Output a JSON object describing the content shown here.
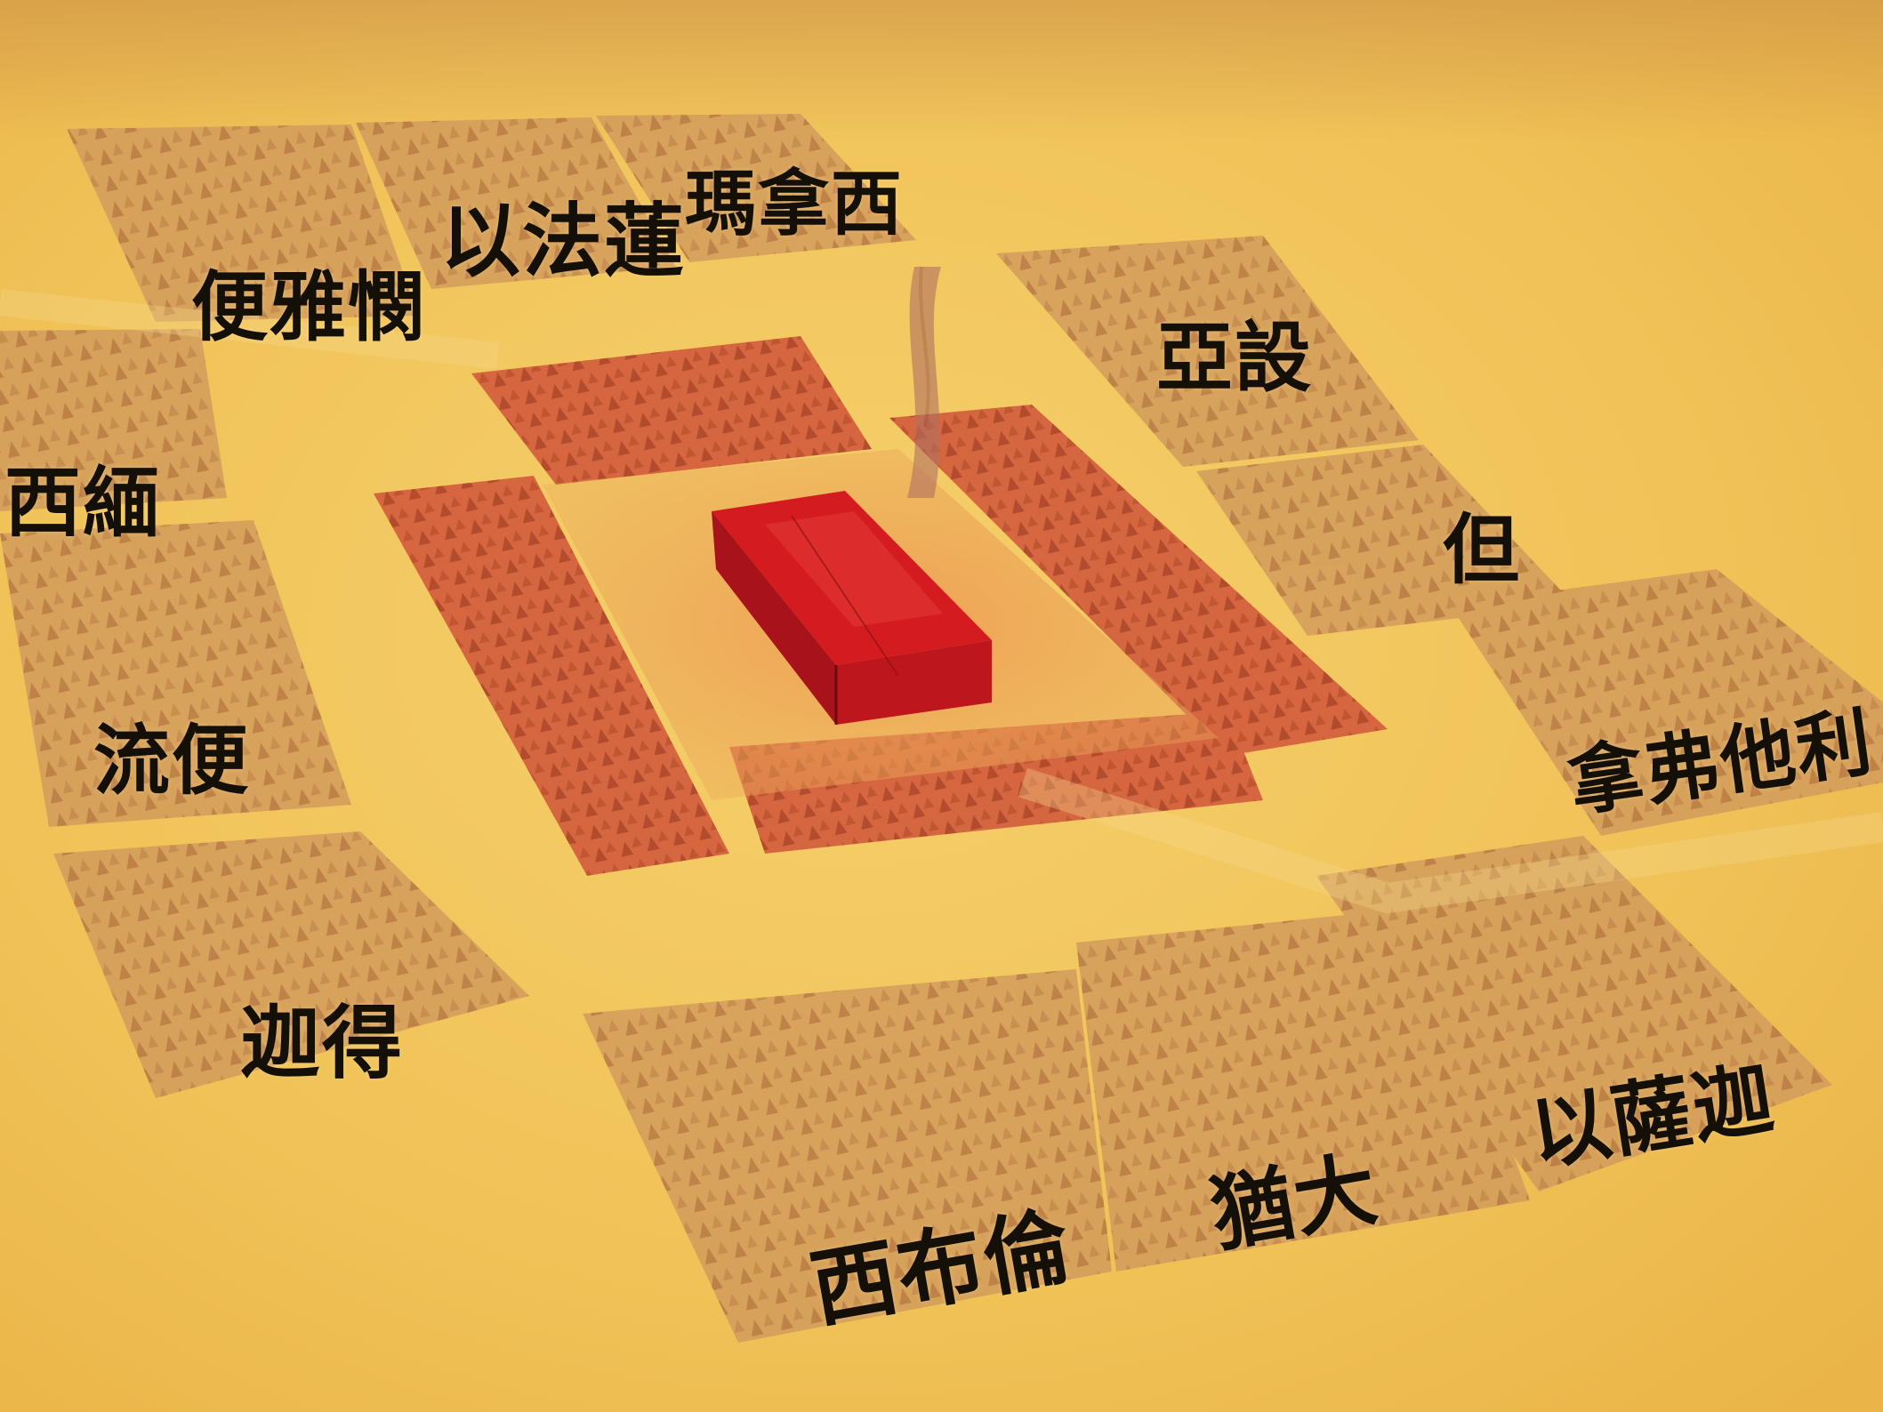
{
  "colors": {
    "background": "#f0c45a",
    "outer_camp": "#c98a4e",
    "levite_camp": "#c4442c",
    "tabernacle": "#c81418",
    "label_text": "#141008"
  },
  "labels": {
    "benjamin": "便雅憫",
    "ephraim": "以法蓮",
    "manasseh": "瑪拿西",
    "asher": "亞設",
    "dan": "但",
    "naphtali": "拿弗他利",
    "simeon": "西緬",
    "reuben": "流便",
    "gad": "迦得",
    "issachar": "以薩迦",
    "judah": "猶大",
    "zebulun": "西布倫"
  }
}
